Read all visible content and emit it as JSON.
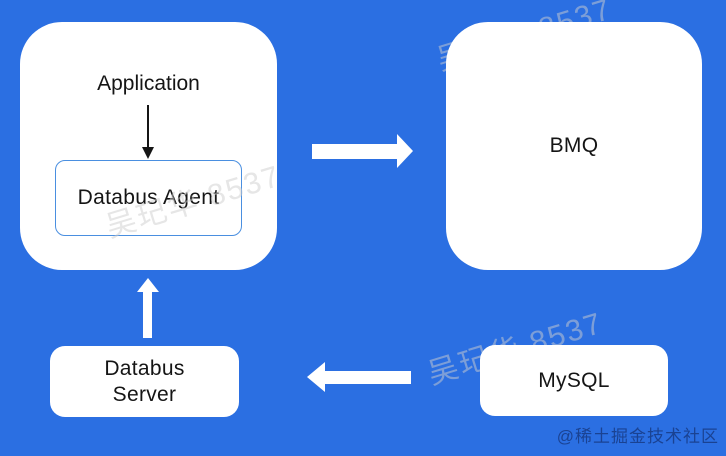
{
  "diagram": {
    "title": "Databus / BMQ data flow diagram",
    "type": "architecture-flow",
    "nodes": {
      "application": {
        "label": "Application"
      },
      "databus_agent": {
        "label": "Databus Agent"
      },
      "bmq": {
        "label": "BMQ"
      },
      "databus_server": {
        "line1": "Databus",
        "line2": "Server"
      },
      "mysql": {
        "label": "MySQL"
      }
    },
    "edges": [
      {
        "from": "Application",
        "to": "Databus Agent",
        "direction": "down",
        "style": "thin-black"
      },
      {
        "from": "Databus Agent",
        "to": "BMQ",
        "direction": "right",
        "style": "thick-white"
      },
      {
        "from": "MySQL",
        "to": "Databus Server",
        "direction": "left",
        "style": "thick-white"
      },
      {
        "from": "Databus Server",
        "to": "Application group",
        "direction": "up",
        "style": "thick-white"
      }
    ]
  },
  "watermarks": {
    "diagonal_text": "吴玘华 8537",
    "credit_text": "@稀土掘金技术社区"
  },
  "colors": {
    "background": "#2b6fe2",
    "node_fill": "#ffffff",
    "node_text": "#151515",
    "agent_border": "#4a8fe0",
    "white_arrow": "#ffffff",
    "black_arrow": "#151515",
    "diagonal_watermark": "rgba(205,205,205,0.5)",
    "credit_watermark": "rgba(12,30,80,0.55)"
  }
}
